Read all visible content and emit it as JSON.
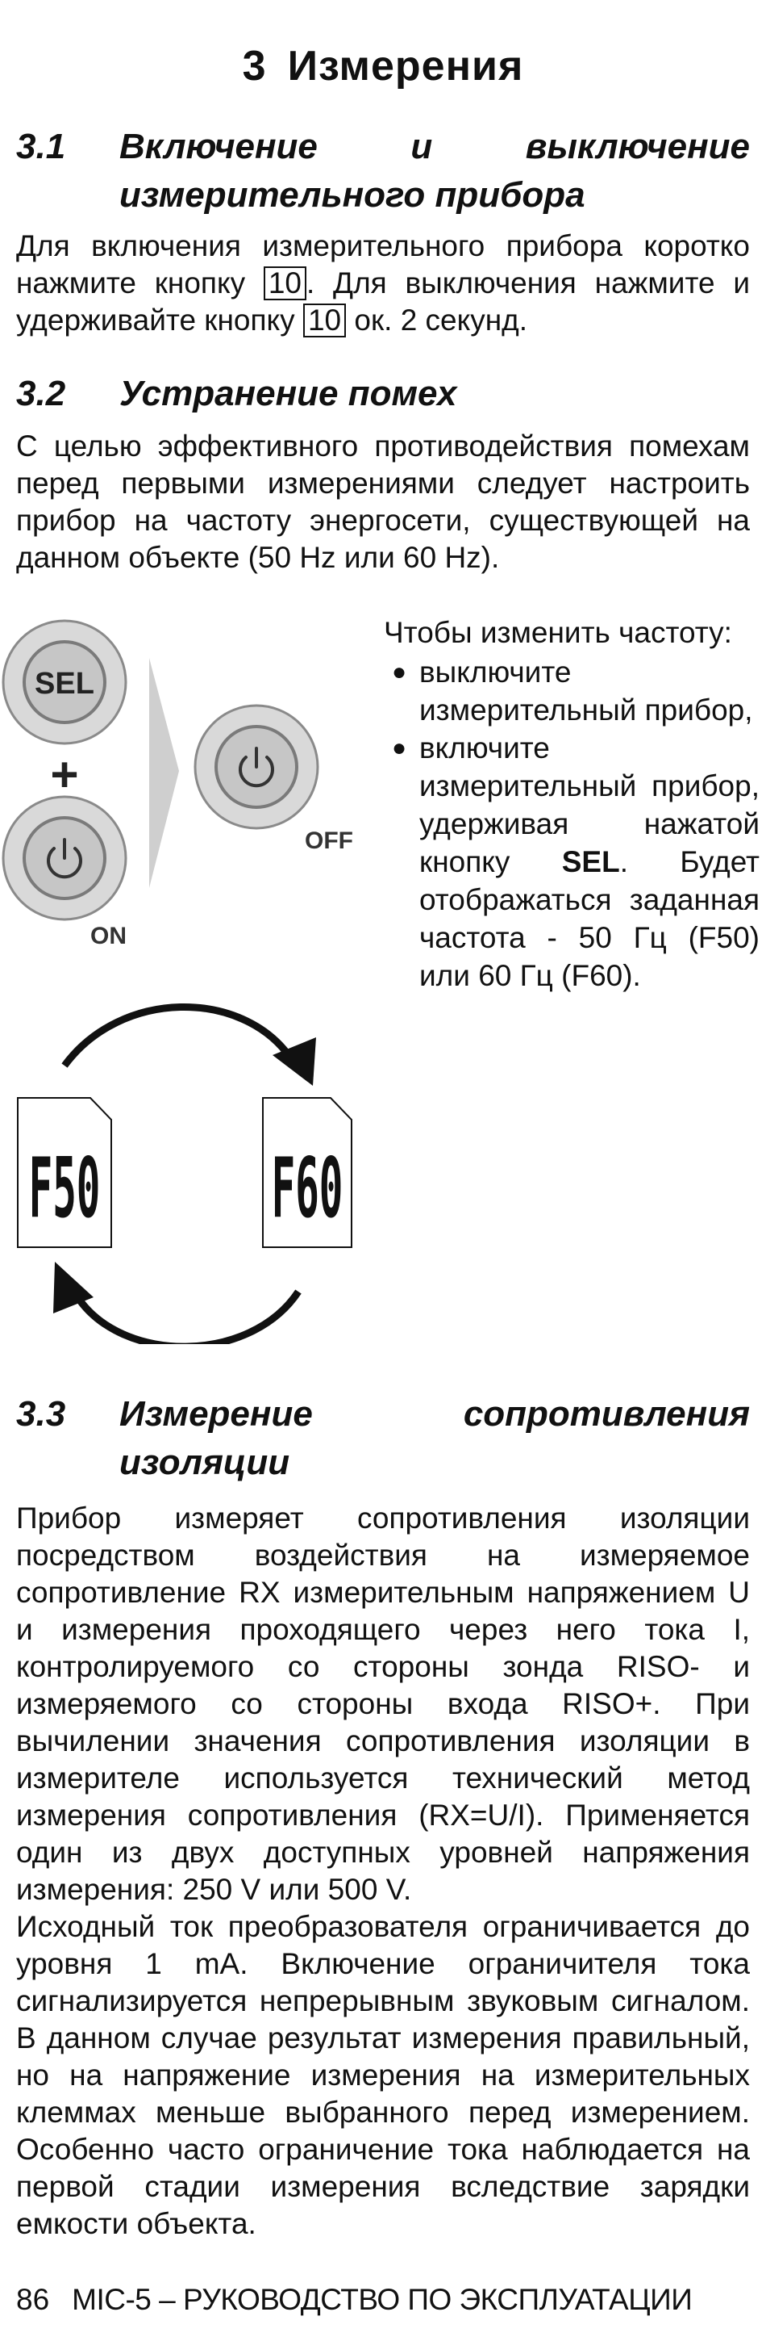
{
  "chapter": {
    "number": "3",
    "title": "Измерения"
  },
  "section_1": {
    "number": "3.1",
    "title_line1": "Включение и выключение",
    "title_line2": "измерительного прибора",
    "text_before_btn1": "Для включения измерительного прибора коротко нажмите кнопку",
    "btn1": "10",
    "text_between": ". Для выключения нажмите и удерживайте кнопку",
    "btn2": "10",
    "text_after": " ок. 2 секунд."
  },
  "section_2": {
    "number": "3.2",
    "title": "Устранение помех",
    "paragraph": "С целью эффективного противодействия помехам перед первыми измерениями следует настроить прибор на частоту энергосети, существующей на данном объекте (50 Hz или 60 Hz).",
    "side_intro": "Чтобы изменить частоту:",
    "bullet_1": "выключите измерительный прибор,",
    "bullet_2_before": "включите измерительный прибор, удерживая нажатой кнопку ",
    "bullet_2_bold": "SEL",
    "bullet_2_after": ". Будет отображаться заданная частота - 50 Гц (F50) или 60 Гц (F60).",
    "figure": {
      "sel_label": "SEL",
      "plus": "+",
      "on_label": "ON",
      "off_label": "OFF",
      "display_left": "F50",
      "display_right": "F60"
    }
  },
  "section_3": {
    "number": "3.3",
    "title_word1": "Измерение",
    "title_word2": "сопротивления",
    "title_line2": "изоляции",
    "paragraph_1": "Прибор измеряет сопротивления изоляции посредством воздействия на измеряемое сопротивление RX измерительным напряжением U и измерения проходящего через него тока I, контролируемого со стороны зонда RISO- и измеряемого со стороны входа RISO+. При вычилении значения сопротивления изоляции в измерителе используется технический метод измерения сопротивления (RX=U/I). Применяется один из двух доступных уровней напряжения измерения: 250 V или 500 V.",
    "paragraph_2": "Исходный ток преобразователя ограничивается до уровня 1 mA. Включение ограничителя тока сигнализируется непрерывным звуковым сигналом. В данном случае результат измерения правильный, но на напряжение измерения на измерительных клеммах меньше выбранного перед измерением. Особенно часто ограничение тока наблюдается на первой стадии измерения вследствие зарядки емкости объекта."
  },
  "footer": {
    "page_number": "86",
    "doc_title": "MIC-5 – РУКОВОДСТВО ПО ЭКСПЛУАТАЦИИ"
  }
}
